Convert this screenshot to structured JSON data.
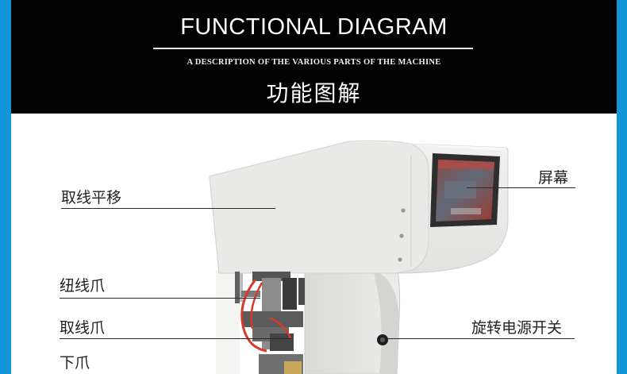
{
  "header": {
    "title": "FUNCTIONAL DIAGRAM",
    "subtitle": "A DESCRIPTION OF THE VARIOUS PARTS OF THE MACHINE",
    "title_cn": "功能图解"
  },
  "callouts": [
    {
      "id": "wire-translation",
      "label": "取线平移"
    },
    {
      "id": "screen",
      "label": "屏幕"
    },
    {
      "id": "twist-claw",
      "label": "纽线爪"
    },
    {
      "id": "wire-pick-claw",
      "label": "取线爪"
    },
    {
      "id": "rotary-power-switch",
      "label": "旋转电源开关"
    },
    {
      "id": "lower-claw",
      "label": "下爪"
    }
  ],
  "colors": {
    "accent_blue": "#1296d8",
    "header_bg": "#020202",
    "machine_body": "#e7e7e5",
    "screen_bezel": "#2e2e2e",
    "cable_red": "#d63a2a"
  }
}
